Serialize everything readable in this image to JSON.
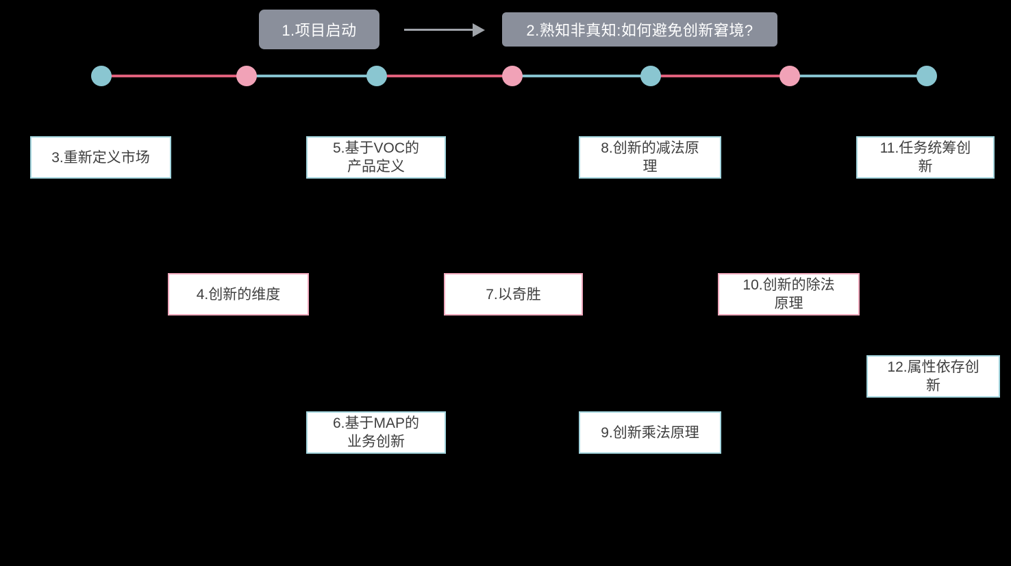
{
  "header": {
    "step1_label": "1.项目启动",
    "step2_label": "2.熟知非真知:如何避免创新窘境?"
  },
  "timeline": {
    "dot_colors": [
      "teal",
      "pink",
      "teal",
      "pink",
      "teal",
      "pink",
      "teal"
    ],
    "segment_colors": [
      "pink",
      "teal",
      "pink",
      "teal",
      "pink",
      "teal"
    ]
  },
  "nodes": [
    {
      "id": "3",
      "label": "3.重新定义市场",
      "border": "teal"
    },
    {
      "id": "5",
      "label": "5.基于VOC的\n产品定义",
      "border": "teal"
    },
    {
      "id": "8",
      "label": "8.创新的减法原\n理",
      "border": "teal"
    },
    {
      "id": "11",
      "label": "11.任务统筹创\n新",
      "border": "teal"
    },
    {
      "id": "4",
      "label": "4.创新的维度",
      "border": "pink"
    },
    {
      "id": "7",
      "label": "7.以奇胜",
      "border": "pink"
    },
    {
      "id": "10",
      "label": "10.创新的除法\n原理",
      "border": "pink"
    },
    {
      "id": "12",
      "label": "12.属性依存创\n新",
      "border": "teal"
    },
    {
      "id": "6",
      "label": "6.基于MAP的\n业务创新",
      "border": "teal"
    },
    {
      "id": "9",
      "label": "9.创新乘法原理",
      "border": "teal"
    }
  ],
  "palette": {
    "background": "#000000",
    "gray-fill": "#8A8F9B",
    "header-text": "#FFFFFF",
    "arrow-gray": "#A0A4AA",
    "dot-teal": "#8AC6D1",
    "dot-pink": "#F1A2B7",
    "line-teal": "#85C2CE",
    "line-pink": "#E0607C",
    "border-teal": "#A2D4DD",
    "border-pink": "#F0A8BC",
    "node-bg": "#FFFFFF",
    "node-text": "#3F3F3F"
  }
}
